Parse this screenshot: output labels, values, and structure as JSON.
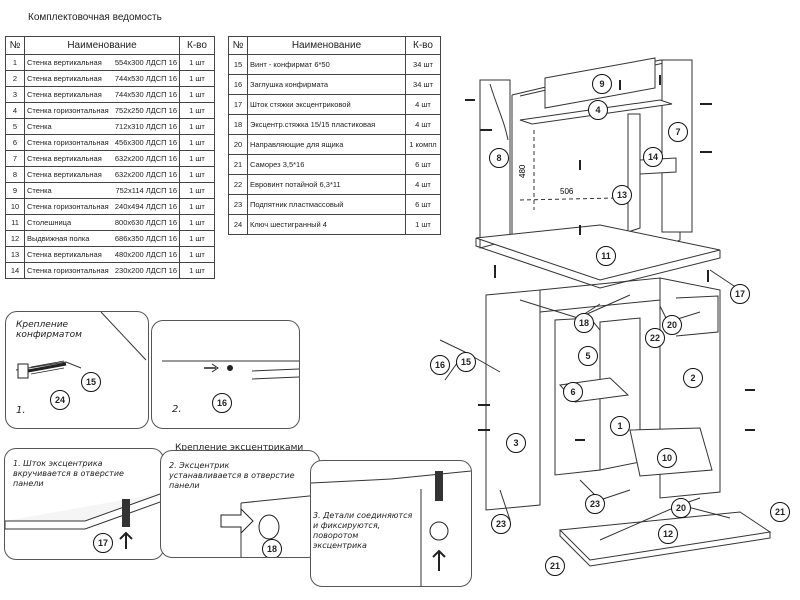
{
  "title": "Комплектовочная ведомость",
  "table_left": {
    "headers": [
      "№",
      "Наименование",
      "К-во"
    ],
    "rows": [
      {
        "n": "1",
        "name": "Стенка вертикальная",
        "dim": "554x300 ЛДСП 16",
        "qty": "1 шт"
      },
      {
        "n": "2",
        "name": "Стенка вертикальная",
        "dim": "744x530 ЛДСП 16",
        "qty": "1 шт"
      },
      {
        "n": "3",
        "name": "Стенка вертикальная",
        "dim": "744x530 ЛДСП 16",
        "qty": "1 шт"
      },
      {
        "n": "4",
        "name": "Стенка горизонтальная",
        "dim": "752x250 ЛДСП 16",
        "qty": "1 шт"
      },
      {
        "n": "5",
        "name": "Стенка",
        "dim": "712x310 ЛДСП 16",
        "qty": "1 шт"
      },
      {
        "n": "6",
        "name": "Стенка горизонтальная",
        "dim": "456x300 ЛДСП 16",
        "qty": "1 шт"
      },
      {
        "n": "7",
        "name": "Стенка вертикальная",
        "dim": "632x200 ЛДСП 16",
        "qty": "1 шт"
      },
      {
        "n": "8",
        "name": "Стенка вертикальная",
        "dim": "632x200 ЛДСП 16",
        "qty": "1 шт"
      },
      {
        "n": "9",
        "name": "Стенка",
        "dim": "752x114 ЛДСП 16",
        "qty": "1 шт"
      },
      {
        "n": "10",
        "name": "Стенка горизонтальная",
        "dim": "240x494 ЛДСП 16",
        "qty": "1 шт"
      },
      {
        "n": "11",
        "name": "Столешница",
        "dim": "800x630 ЛДСП 16",
        "qty": "1 шт"
      },
      {
        "n": "12",
        "name": "Выдвижная полка",
        "dim": "686x350 ЛДСП 16",
        "qty": "1 шт"
      },
      {
        "n": "13",
        "name": "Стенка вертикальная",
        "dim": "480x200 ЛДСП 16",
        "qty": "1 шт"
      },
      {
        "n": "14",
        "name": "Стенка горизонтальная",
        "dim": "230x200 ЛДСП 16",
        "qty": "1 шт"
      }
    ]
  },
  "table_right": {
    "headers": [
      "№",
      "Наименование",
      "К-во"
    ],
    "rows": [
      {
        "n": "15",
        "name": "Винт - конфирмат 6*50",
        "qty": "34 шт"
      },
      {
        "n": "16",
        "name": "Заглушка конфирмата",
        "qty": "34 шт"
      },
      {
        "n": "17",
        "name": "Шток стяжки эксцентриковой",
        "qty": "4 шт"
      },
      {
        "n": "18",
        "name": "Эксцентр.стяжка 15/15 пластиковая",
        "qty": "4 шт"
      },
      {
        "n": "20",
        "name": "Направляющие для ящика",
        "qty": "1 компл"
      },
      {
        "n": "21",
        "name": "Саморез 3,5*16",
        "qty": "6 шт"
      },
      {
        "n": "22",
        "name": "Евровинт потайной 6,3*11",
        "qty": "4 шт"
      },
      {
        "n": "23",
        "name": "Подпятник пластмассовый",
        "qty": "6 шт"
      },
      {
        "n": "24",
        "name": "Ключ шестигранный 4",
        "qty": "1 шт"
      }
    ]
  },
  "confirmat": {
    "title": "Крепление конфирматом",
    "step1": "1.",
    "step2": "2."
  },
  "eccentric": {
    "title": "Крепление эксцентриками",
    "step1": "1. Шток эксцентрика вкручивается в отверстие панели",
    "step2": "2. Эксцентрик устанавливается в отверстие панели",
    "step3": "3. Детали соединяются и фиксируются, поворотом эксцентрика"
  },
  "dims": {
    "h": "480",
    "w": "506"
  },
  "parts_labels": [
    "1",
    "2",
    "3",
    "4",
    "5",
    "6",
    "7",
    "8",
    "9",
    "10",
    "11",
    "12",
    "13",
    "14",
    "15",
    "16",
    "17",
    "18",
    "20",
    "21",
    "22",
    "23"
  ],
  "callouts": {
    "c15": "15",
    "c16": "16",
    "c17": "17",
    "c18": "18",
    "c20": "20",
    "c21": "21",
    "c22": "22",
    "c23": "23",
    "c24": "24"
  }
}
